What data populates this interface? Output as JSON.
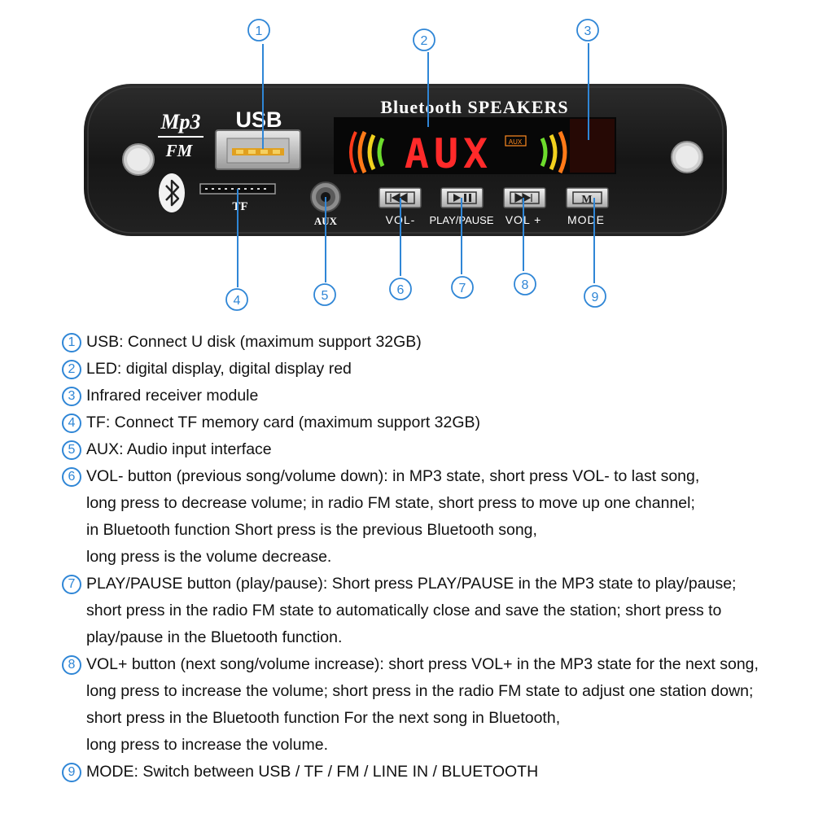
{
  "callouts": [
    {
      "num": "1"
    },
    {
      "num": "2"
    },
    {
      "num": "3"
    },
    {
      "num": "4"
    },
    {
      "num": "5"
    },
    {
      "num": "6"
    },
    {
      "num": "7"
    },
    {
      "num": "8"
    },
    {
      "num": "9"
    }
  ],
  "board": {
    "logo_mp3": "Mp3",
    "logo_fm": "FM",
    "usb_label": "USB",
    "tf_label": "TF",
    "aux_label": "AUX",
    "brand_text": "Bluetooth SPEAKERS",
    "display_text": "AUX",
    "display_badge": "AUX",
    "btn_vol_minus": "VOL-",
    "btn_play_pause": "PLAY/PAUSE",
    "btn_vol_plus": "VOL +",
    "btn_mode": "MODE",
    "btn_mode_glyph": "M",
    "bluetooth_icon": "bluetooth-icon",
    "colors": {
      "body": "#1b1b1b",
      "callout": "#2f86d6",
      "display_red": "#ff2a2a",
      "meter_green": "#6ddc2c",
      "meter_yellow": "#f1d11e",
      "meter_orange": "#ff7a18"
    }
  },
  "legend": [
    {
      "num": "1",
      "lines": [
        "USB: Connect U disk (maximum support 32GB)"
      ]
    },
    {
      "num": "2",
      "lines": [
        "LED: digital display, digital display red"
      ]
    },
    {
      "num": "3",
      "lines": [
        "Infrared receiver module"
      ]
    },
    {
      "num": "4",
      "lines": [
        "TF: Connect TF memory card (maximum support 32GB)"
      ]
    },
    {
      "num": "5",
      "lines": [
        "AUX: Audio input interface"
      ]
    },
    {
      "num": "6",
      "lines": [
        "VOL- button (previous song/volume down): in MP3 state, short press VOL- to last song,",
        "long press to decrease volume; in radio FM state, short press to move up one channel;",
        "in Bluetooth function Short press is the previous Bluetooth song,",
        "long press is the volume decrease."
      ]
    },
    {
      "num": "7",
      "lines": [
        "PLAY/PAUSE button (play/pause): Short press PLAY/PAUSE in the MP3 state to play/pause;",
        "short press in the radio FM state to automatically close and save the station; short press to",
        "play/pause in the Bluetooth function."
      ]
    },
    {
      "num": "8",
      "lines": [
        "VOL+ button (next song/volume increase): short press VOL+ in the MP3 state for the next song,",
        "long press to increase the volume; short press in the radio FM state to adjust one station down;",
        "short press in the Bluetooth function For the next song in Bluetooth,",
        "long press to increase the volume."
      ]
    },
    {
      "num": "9",
      "lines": [
        "MODE: Switch between USB / TF / FM / LINE IN / BLUETOOTH"
      ]
    }
  ]
}
